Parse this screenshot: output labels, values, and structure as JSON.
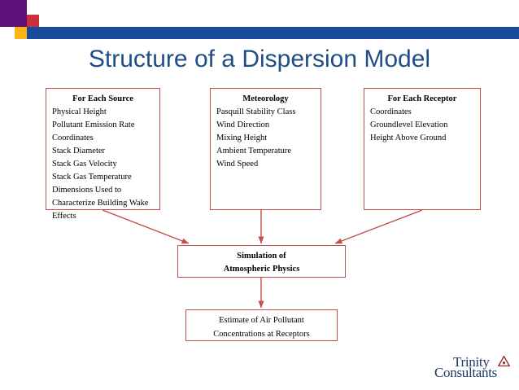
{
  "slide": {
    "title": "Structure of a Dispersion Model",
    "accent_colors": {
      "purple": "#5b1178",
      "red": "#c9303c",
      "orange": "#fcb316",
      "blue_bar": "#164a9a",
      "title_blue": "#1f4e87",
      "box_border_red": "#c0504d",
      "logo_navy": "#1f3864"
    }
  },
  "boxes": {
    "source": {
      "title": "For Each Source",
      "items": [
        "Physical Height",
        "Pollutant Emission Rate",
        "Coordinates",
        "Stack Diameter",
        "Stack Gas Velocity",
        "Stack Gas Temperature",
        "Dimensions Used to\n   Characterize Building Wake\n   Effects"
      ]
    },
    "meteorology": {
      "title": "Meteorology",
      "items": [
        "Pasquill Stability Class",
        "Wind Direction",
        "Mixing Height",
        "Ambient Temperature",
        "Wind Speed"
      ]
    },
    "receptor": {
      "title": "For Each Receptor",
      "items": [
        "Coordinates",
        "Groundlevel Elevation",
        "Height Above Ground"
      ]
    },
    "simulation": {
      "line1": "Simulation of",
      "line2": "Atmospheric Physics"
    },
    "estimate": {
      "line1": "Estimate of Air Pollutant",
      "line2": "Concentrations at Receptors"
    }
  },
  "logo": {
    "word1": "Trinity",
    "word2": "Consultants",
    "mark": "triangle-icon"
  }
}
